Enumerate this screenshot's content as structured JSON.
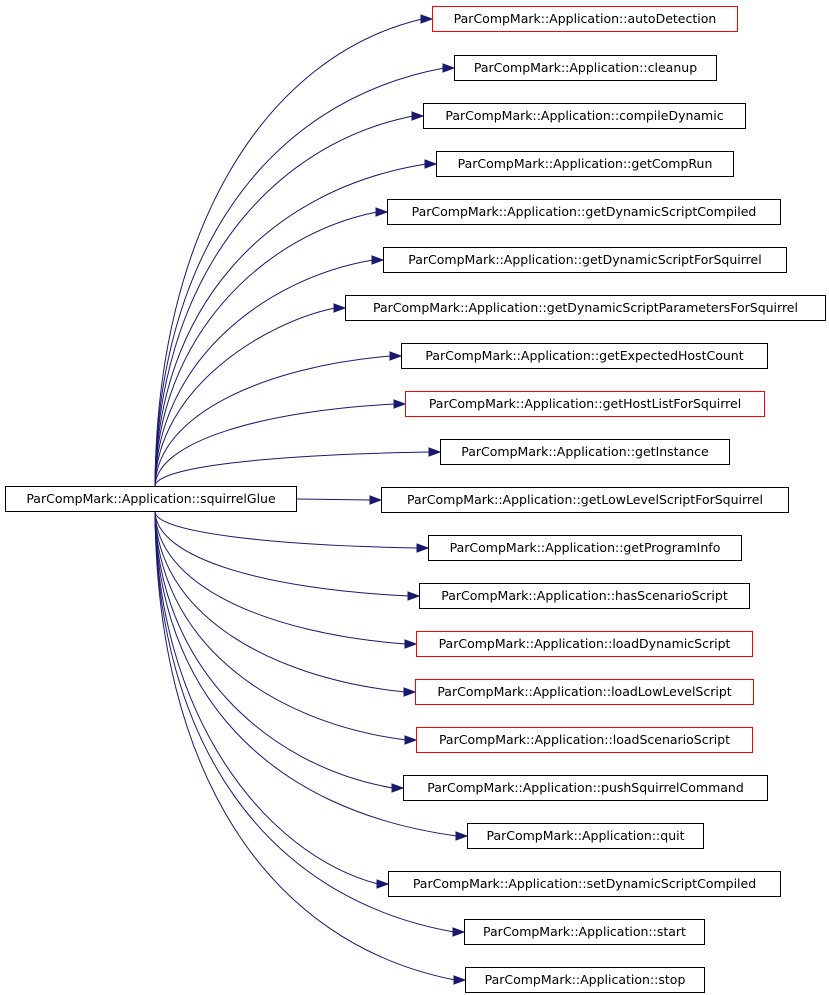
{
  "graph": {
    "root": {
      "label": "ParCompMark::Application::squirrelGlue",
      "fill": "#bfbfbf",
      "border": "#000000"
    },
    "edge_color": "#191970",
    "callees": [
      {
        "label": "ParCompMark::Application::autoDetection",
        "border": "#ff0000"
      },
      {
        "label": "ParCompMark::Application::cleanup",
        "border": "#000000"
      },
      {
        "label": "ParCompMark::Application::compileDynamic",
        "border": "#000000"
      },
      {
        "label": "ParCompMark::Application::getCompRun",
        "border": "#000000"
      },
      {
        "label": "ParCompMark::Application::getDynamicScriptCompiled",
        "border": "#000000"
      },
      {
        "label": "ParCompMark::Application::getDynamicScriptForSquirrel",
        "border": "#000000"
      },
      {
        "label": "ParCompMark::Application::getDynamicScriptParametersForSquirrel",
        "border": "#000000"
      },
      {
        "label": "ParCompMark::Application::getExpectedHostCount",
        "border": "#000000"
      },
      {
        "label": "ParCompMark::Application::getHostListForSquirrel",
        "border": "#ff0000"
      },
      {
        "label": "ParCompMark::Application::getInstance",
        "border": "#000000"
      },
      {
        "label": "ParCompMark::Application::getLowLevelScriptForSquirrel",
        "border": "#000000"
      },
      {
        "label": "ParCompMark::Application::getProgramInfo",
        "border": "#000000"
      },
      {
        "label": "ParCompMark::Application::hasScenarioScript",
        "border": "#000000"
      },
      {
        "label": "ParCompMark::Application::loadDynamicScript",
        "border": "#ff0000"
      },
      {
        "label": "ParCompMark::Application::loadLowLevelScript",
        "border": "#ff0000"
      },
      {
        "label": "ParCompMark::Application::loadScenarioScript",
        "border": "#ff0000"
      },
      {
        "label": "ParCompMark::Application::pushSquirrelCommand",
        "border": "#000000"
      },
      {
        "label": "ParCompMark::Application::quit",
        "border": "#000000"
      },
      {
        "label": "ParCompMark::Application::setDynamicScriptCompiled",
        "border": "#000000"
      },
      {
        "label": "ParCompMark::Application::start",
        "border": "#000000"
      },
      {
        "label": "ParCompMark::Application::stop",
        "border": "#000000"
      }
    ]
  }
}
